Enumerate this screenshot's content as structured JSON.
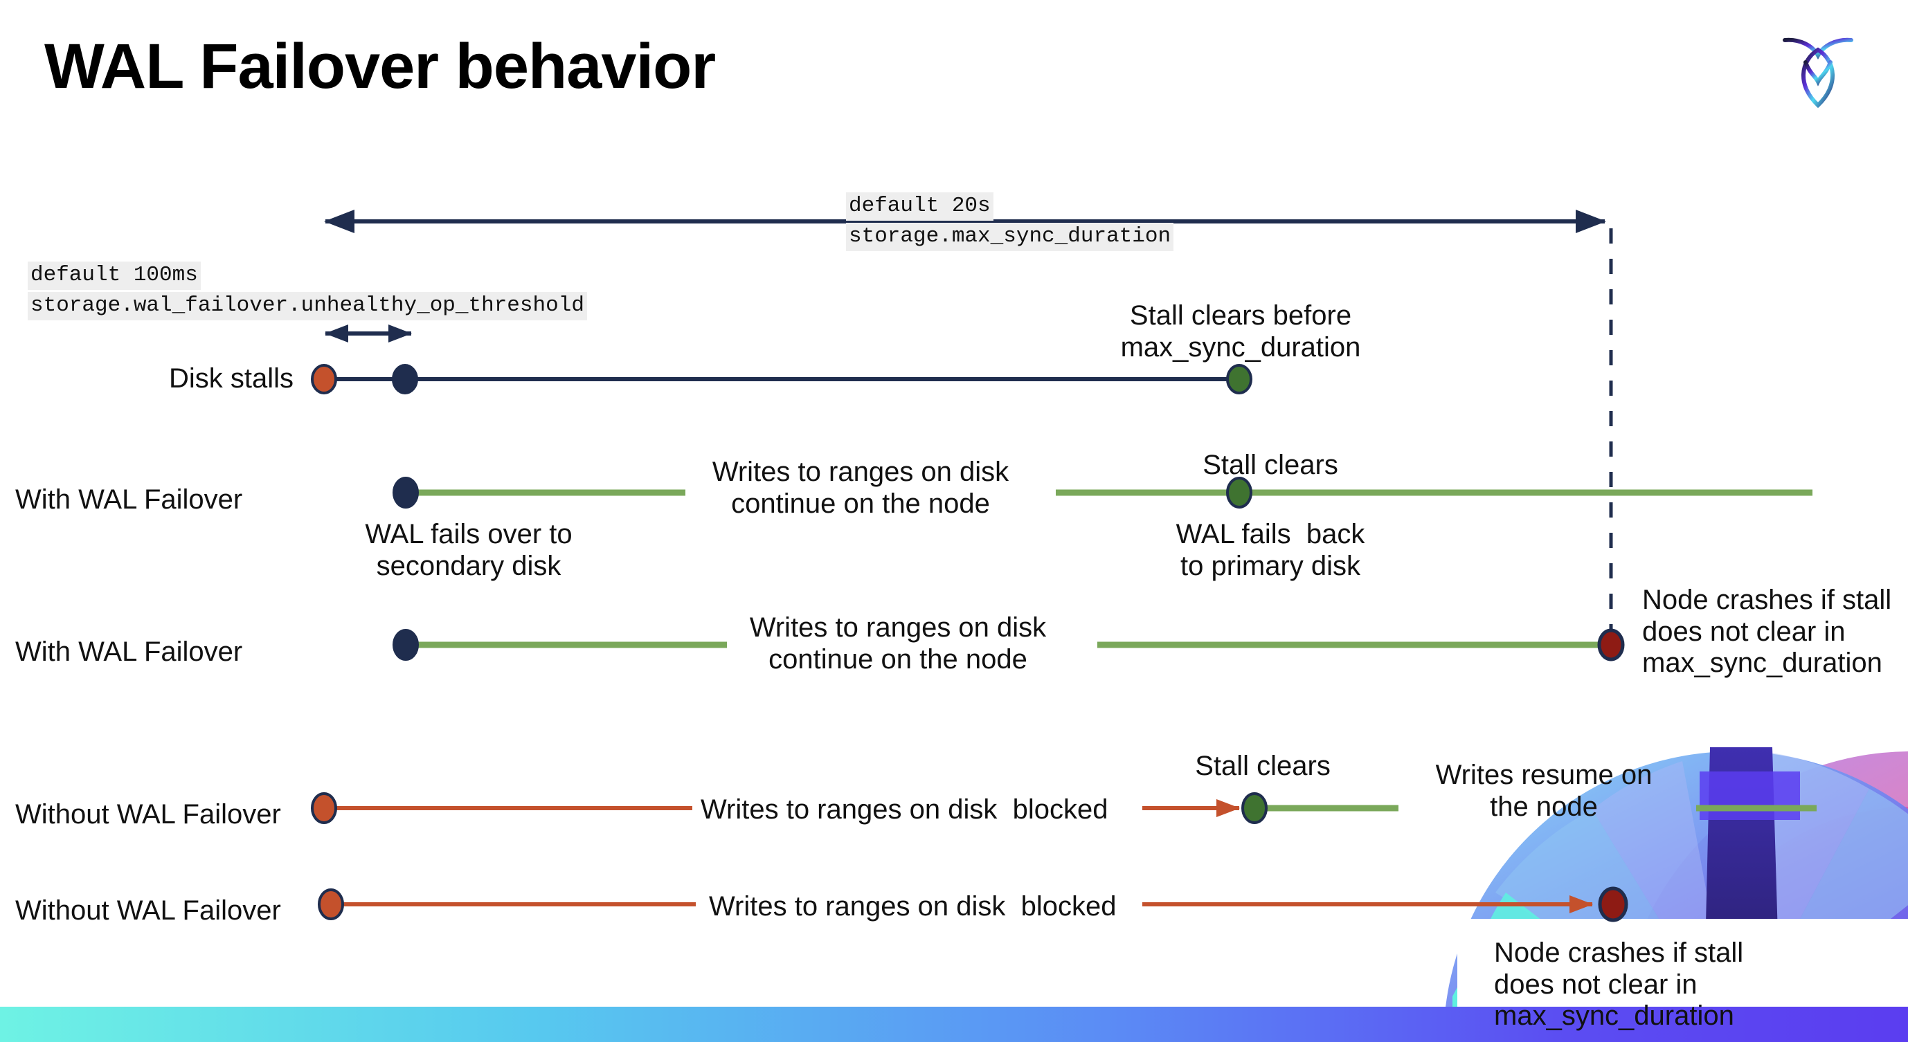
{
  "slide": {
    "title": "WAL Failover behavior",
    "logo_name": "cockroachdb-logo"
  },
  "annotations": {
    "max_sync_default": "default 20s",
    "max_sync_setting": "storage.max_sync_duration",
    "unhealthy_default": "default 100ms",
    "unhealthy_setting": "storage.wal_failover.unhealthy_op_threshold"
  },
  "rows": [
    {
      "label": "Disk stalls",
      "notes": {
        "stall_clears_before": "Stall clears before\nmax_sync_duration"
      }
    },
    {
      "label": "With WAL Failover",
      "notes": {
        "failover_to_secondary": "WAL fails over to\nsecondary disk",
        "writes_continue": "Writes to ranges on disk\ncontinue on the node",
        "stall_clears": "Stall clears",
        "fails_back": "WAL fails  back\nto primary disk"
      }
    },
    {
      "label": "With WAL Failover",
      "notes": {
        "writes_continue": "Writes to ranges on disk\ncontinue on the node",
        "node_crashes": "Node crashes if stall\ndoes not clear in\nmax_sync_duration"
      }
    },
    {
      "label": "Without WAL Failover",
      "notes": {
        "writes_blocked": "Writes to ranges on disk  blocked",
        "stall_clears": "Stall clears",
        "writes_resume": "Writes resume on\nthe node"
      }
    },
    {
      "label": "Without WAL Failover",
      "notes": {
        "writes_blocked": "Writes to ranges on disk  blocked",
        "node_crashes": "Node crashes if stall\ndoes not clear in\nmax_sync_duration"
      }
    }
  ],
  "colors": {
    "navy": "#1f2d4e",
    "green_line": "#7aa85a",
    "green_dot": "#3f7330",
    "orange": "#c4512c",
    "dark_red": "#8e1b14",
    "code_bg": "#eeeeee",
    "bottom_bar_start": "#6ef2e4",
    "bottom_bar_end": "#5b3df0"
  },
  "legend": {
    "stall_start_dot": "stall-start-marker",
    "failover_dot": "failover-marker",
    "stall_clear_dot": "stall-clear-marker",
    "crash_dot": "node-crash-marker"
  }
}
